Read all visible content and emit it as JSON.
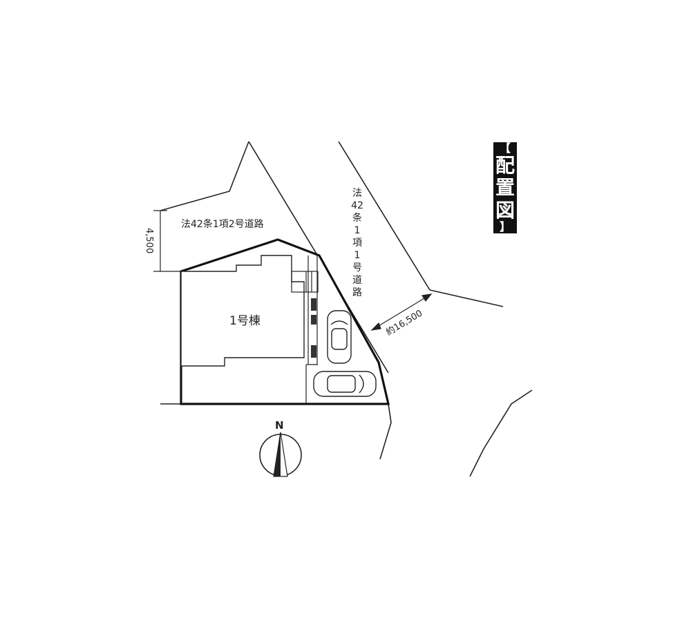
{
  "title": {
    "open_bracket": "【",
    "chars": [
      "配",
      "置",
      "図"
    ],
    "close_bracket": "】"
  },
  "road_north": {
    "label": "法42条1項2号道路",
    "width": "4,500"
  },
  "road_east": {
    "label_chars": [
      "法",
      "42",
      "条",
      "1",
      "項",
      "1",
      "号",
      "道",
      "路"
    ],
    "width": "約16,500"
  },
  "building": {
    "label": "1号棟"
  },
  "compass": {
    "label": "N"
  },
  "colors": {
    "line": "#222222",
    "fill": "#ffffff",
    "title_bg": "#111111",
    "title_text": "#ffffff"
  }
}
